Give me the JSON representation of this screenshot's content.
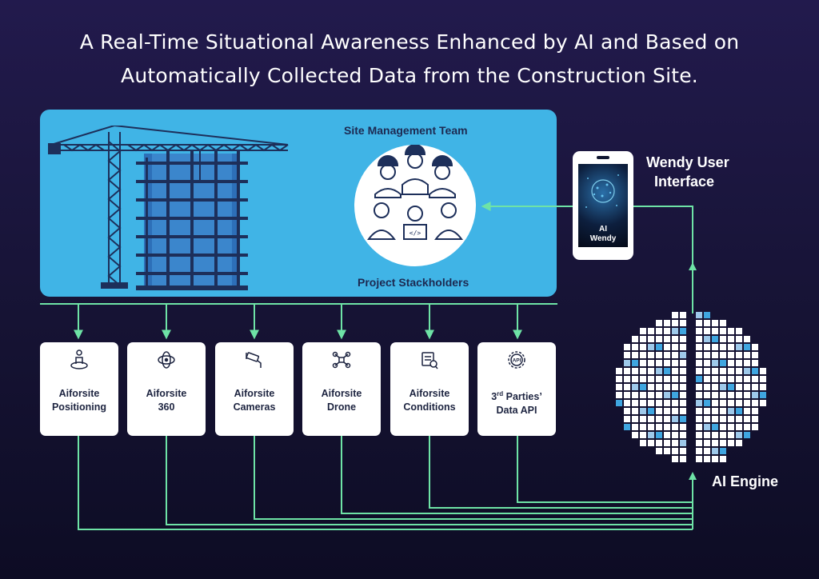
{
  "title": {
    "line1": "A Real-Time Situational Awareness Enhanced by AI and Based on",
    "line2": "Automatically Collected Data from the Construction Site."
  },
  "site": {
    "team_label": "Site Management Team",
    "stakeholders_label": "Project Stackholders"
  },
  "device": {
    "screen_line1": "AI",
    "screen_line2": "Wendy",
    "label_line1": "Wendy User",
    "label_line2": "Interface"
  },
  "engine": {
    "label": "AI Engine"
  },
  "cards": [
    {
      "line1": "Aiforsite",
      "line2": "Positioning",
      "icon": "person-location-icon"
    },
    {
      "line1": "Aiforsite",
      "line2": "360",
      "icon": "orbit-360-icon"
    },
    {
      "line1": "Aiforsite",
      "line2": "Cameras",
      "icon": "security-camera-icon"
    },
    {
      "line1": "Aiforsite",
      "line2": "Drone",
      "icon": "drone-icon"
    },
    {
      "line1": "Aiforsite",
      "line2": "Conditions",
      "icon": "conditions-icon"
    },
    {
      "line1_main": "3",
      "line1_sup": "rd",
      "line1_rest": " Parties’",
      "line2": "Data API",
      "icon": "api-gear-icon"
    }
  ],
  "colors": {
    "background": "#1a1640",
    "panel": "#40b4e6",
    "connector": "#6ee3a6",
    "card": "#ffffff",
    "dark_text": "#1d2440"
  }
}
